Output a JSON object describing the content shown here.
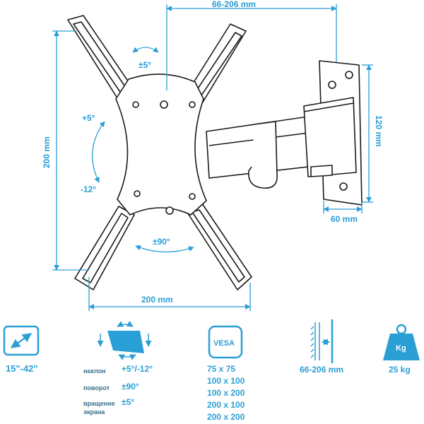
{
  "dimensions": {
    "top_width": "66-206 mm",
    "vertical": "200 mm",
    "horizontal": "200 mm",
    "wall_height": "120 mm",
    "wall_width": "60 mm",
    "tilt_up": "+5°",
    "tilt_down": "-12°",
    "rotation_top": "±5°",
    "swivel": "±90°"
  },
  "specs": {
    "screen_size": "15\"-42\"",
    "tilt_label": "наклон",
    "tilt_value": "+5°/-12°",
    "swivel_label": "поворот",
    "swivel_value": "±90°",
    "rotation_label_line1": "вращение",
    "rotation_label_line2": "экрана",
    "rotation_value": "±5°",
    "vesa_badge": "VESA",
    "vesa_sizes": [
      "75 x 75",
      "100 x 100",
      "100 x 200",
      "200 x 100",
      "200 x 200"
    ],
    "depth": "66-206 mm",
    "kg_badge": "Kg",
    "load": "25 kg"
  },
  "colors": {
    "accent": "#2a9fd6",
    "label": "#3a6f8c",
    "line": "#1a1a1a"
  }
}
